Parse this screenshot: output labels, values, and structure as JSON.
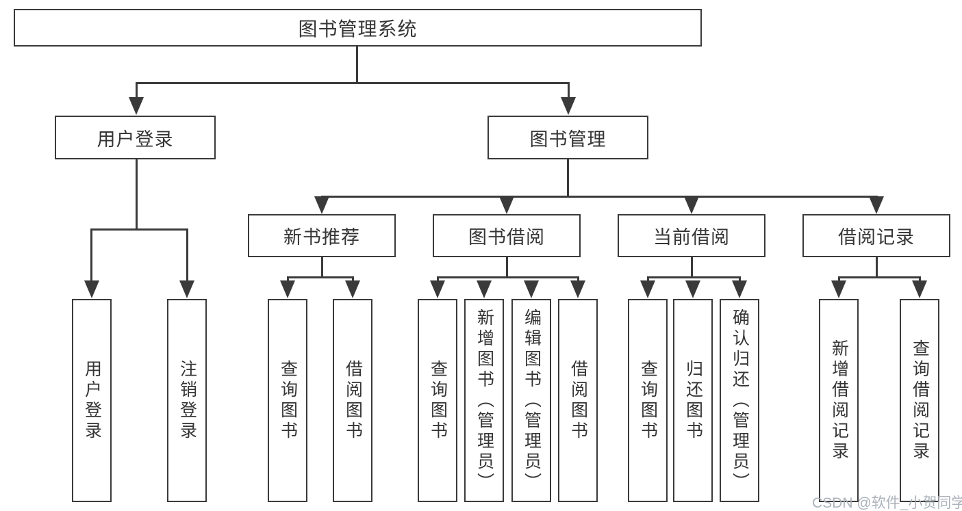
{
  "diagram": {
    "root": {
      "label": "图书管理系统"
    },
    "level2": {
      "user_login": {
        "label": "用户登录"
      },
      "book_mgmt": {
        "label": "图书管理"
      }
    },
    "level3": {
      "new_books": {
        "label": "新书推荐"
      },
      "book_borrow": {
        "label": "图书借阅"
      },
      "current_borrow": {
        "label": "当前借阅"
      },
      "borrow_records": {
        "label": "借阅记录"
      }
    },
    "leaves": {
      "user_login": {
        "label": "用户登录"
      },
      "logout": {
        "label": "注销登录"
      },
      "query_books_new": {
        "label": "查询图书"
      },
      "borrow_books_new": {
        "label": "借阅图书"
      },
      "query_books_borrow": {
        "label": "查询图书"
      },
      "add_book_admin": {
        "label": "新增图书（管理员）"
      },
      "edit_book_admin": {
        "label": "编辑图书（管理员）"
      },
      "borrow_books_borrow": {
        "label": "借阅图书"
      },
      "query_books_current": {
        "label": "查询图书"
      },
      "return_book": {
        "label": "归还图书"
      },
      "confirm_return_admin": {
        "label": "确认归还（管理员）"
      },
      "add_borrow_record": {
        "label": "新增借阅记录"
      },
      "query_borrow_record": {
        "label": "查询借阅记录"
      }
    },
    "watermark": "CSDN @软件_小贺同学",
    "colors": {
      "stroke": "#3a3a3a",
      "text": "#353535",
      "watermark": "#a6aeb6"
    }
  }
}
